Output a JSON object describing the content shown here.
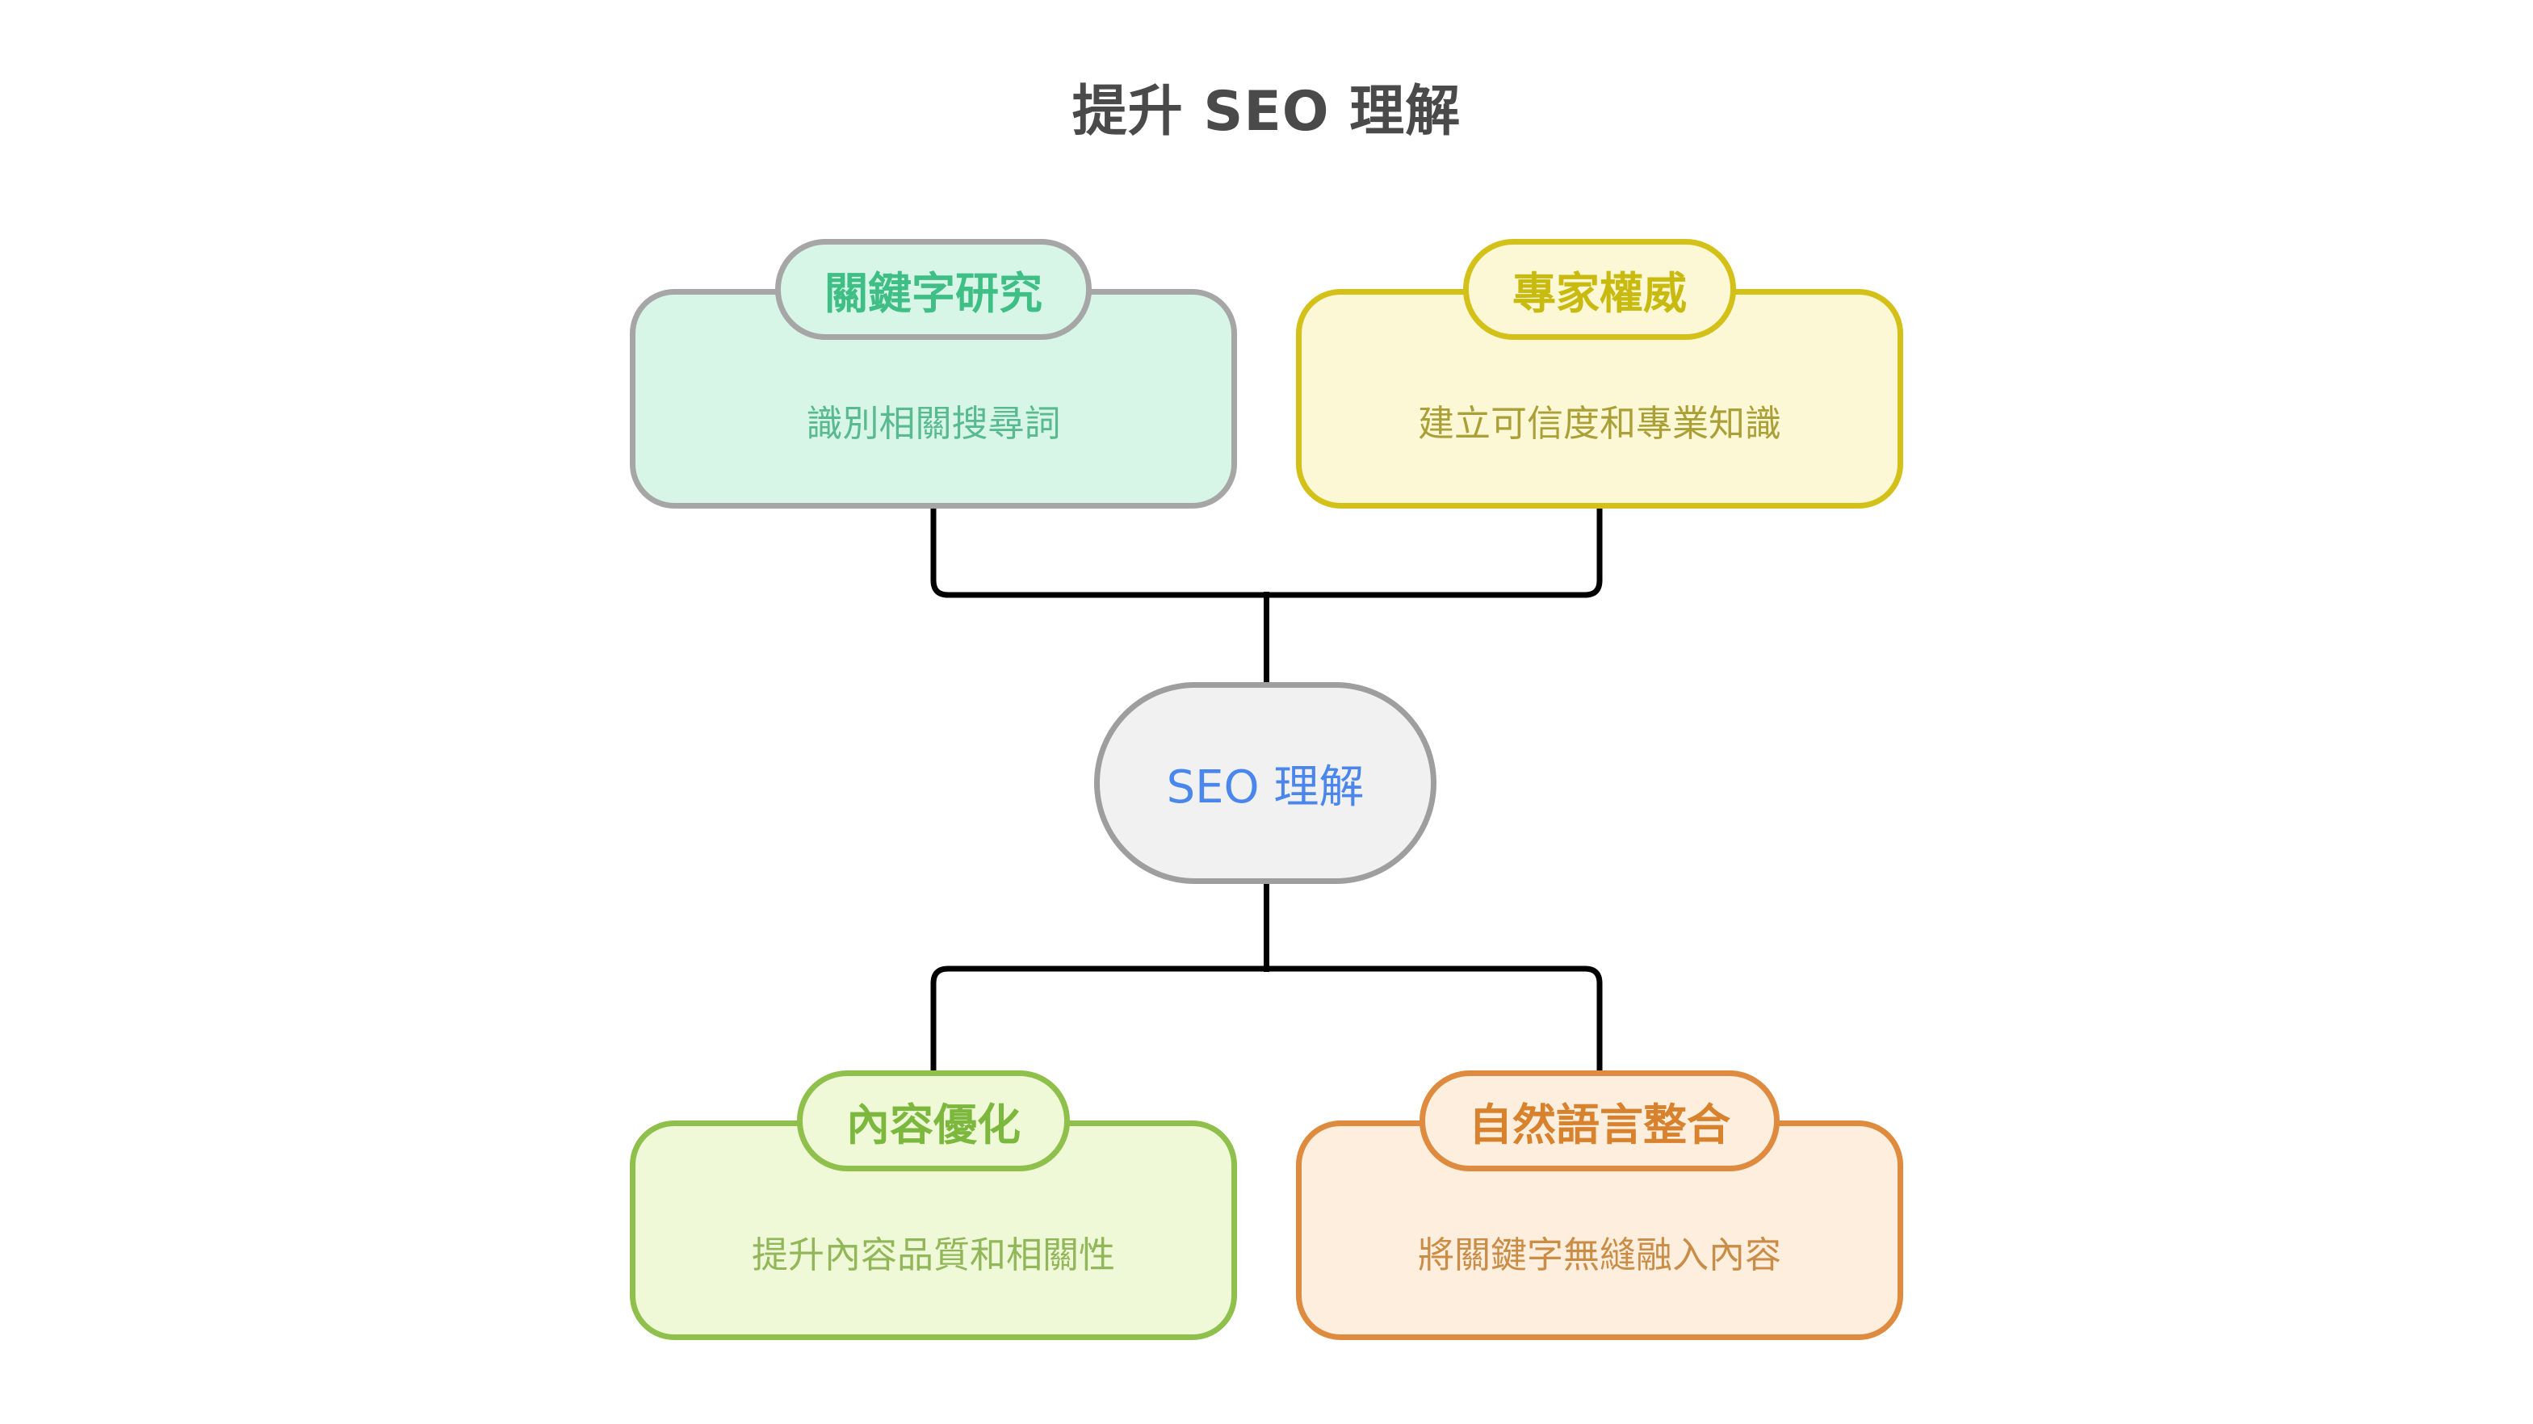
{
  "title": "提升 SEO 理解",
  "palette": {
    "title": {
      "text": "#4a4a4a"
    },
    "edges": {
      "connector": "#000000"
    },
    "keyword_research": {
      "fill": "#d8f6e8",
      "border": "#a6a6a6",
      "label": "#3fbe85",
      "text": "#58ba8e"
    },
    "expert_authority": {
      "fill": "#fcf7d4",
      "border": "#d3c119",
      "label": "#c9ba0f",
      "text": "#aba038"
    },
    "seo_understanding": {
      "fill": "#f1f1f1",
      "border": "#9e9e9e",
      "label": "#4a86ec"
    },
    "content_optimization": {
      "fill": "#eff8d7",
      "border": "#8ec04b",
      "label": "#7db83e",
      "text": "#92b65a"
    },
    "natural_language": {
      "fill": "#fdeedd",
      "border": "#de8b40",
      "label": "#d8822e",
      "text": "#ca8d47"
    }
  },
  "nodes": {
    "keyword_research": {
      "label": "關鍵字研究",
      "description": "識別相關搜尋詞"
    },
    "expert_authority": {
      "label": "專家權威",
      "description": "建立可信度和專業知識"
    },
    "seo_understanding": {
      "label": "SEO 理解"
    },
    "content_optimization": {
      "label": "內容優化",
      "description": "提升內容品質和相關性"
    },
    "natural_language": {
      "label": "自然語言整合",
      "description": "將關鍵字無縫融入內容"
    }
  },
  "edges": [
    {
      "from": "keyword_research",
      "to": "seo_understanding"
    },
    {
      "from": "expert_authority",
      "to": "seo_understanding"
    },
    {
      "from": "seo_understanding",
      "to": "content_optimization"
    },
    {
      "from": "seo_understanding",
      "to": "natural_language"
    }
  ]
}
